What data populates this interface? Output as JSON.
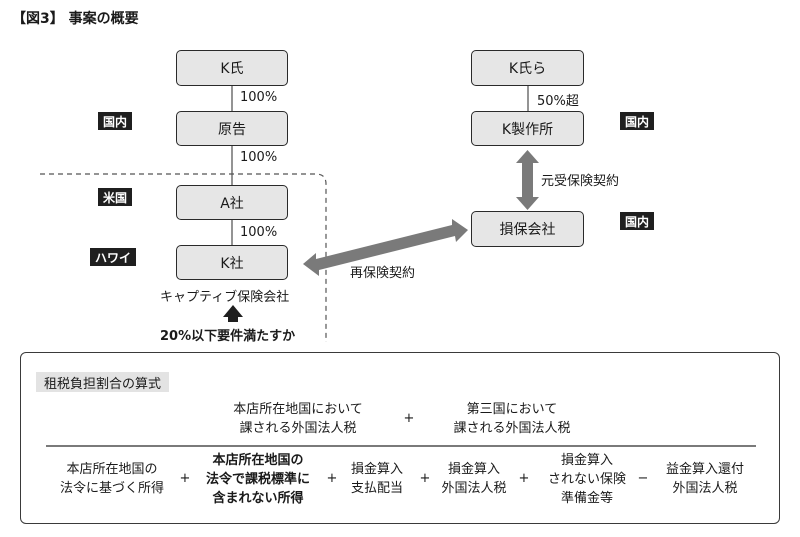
{
  "title": "【図3】 事案の概要",
  "entities": {
    "k": "K氏",
    "plaintiff": "原告",
    "a_company": "A社",
    "k_company": "K社",
    "k_group": "K氏ら",
    "k_manufacturing": "K製作所",
    "insurer": "損保会社"
  },
  "ownership": {
    "k_to_plaintiff": "100%",
    "plaintiff_to_a": "100%",
    "a_to_k_company": "100%",
    "k_group_to_mfg": "50%超"
  },
  "regions": {
    "domestic_left": "国内",
    "us": "米国",
    "hawaii": "ハワイ",
    "domestic_mfg": "国内",
    "domestic_insurer": "国内"
  },
  "labels": {
    "captive": "キャプティブ保険会社",
    "question": "20%以下要件満たすか",
    "primary_contract": "元受保険契約",
    "reinsurance": "再保険契約"
  },
  "formula": {
    "heading": "租税負担割合の算式",
    "numerator_left": [
      "本店所在地国において",
      "課される外国法人税"
    ],
    "numerator_plus": "+",
    "numerator_right": [
      "第三国において",
      "課される外国法人税"
    ],
    "terms": [
      [
        "本店所在地国の",
        "法令に基づく所得"
      ],
      [
        "本店所在地国の",
        "法令で課税標準に",
        "含まれない所得"
      ],
      [
        "損金算入",
        "支払配当"
      ],
      [
        "損金算入",
        "外国法人税"
      ],
      [
        "損金算入",
        "されない保険",
        "準備金等"
      ],
      [
        "益金算入還付",
        "外国法人税"
      ]
    ],
    "operators": [
      "+",
      "+",
      "+",
      "+",
      "−"
    ]
  }
}
